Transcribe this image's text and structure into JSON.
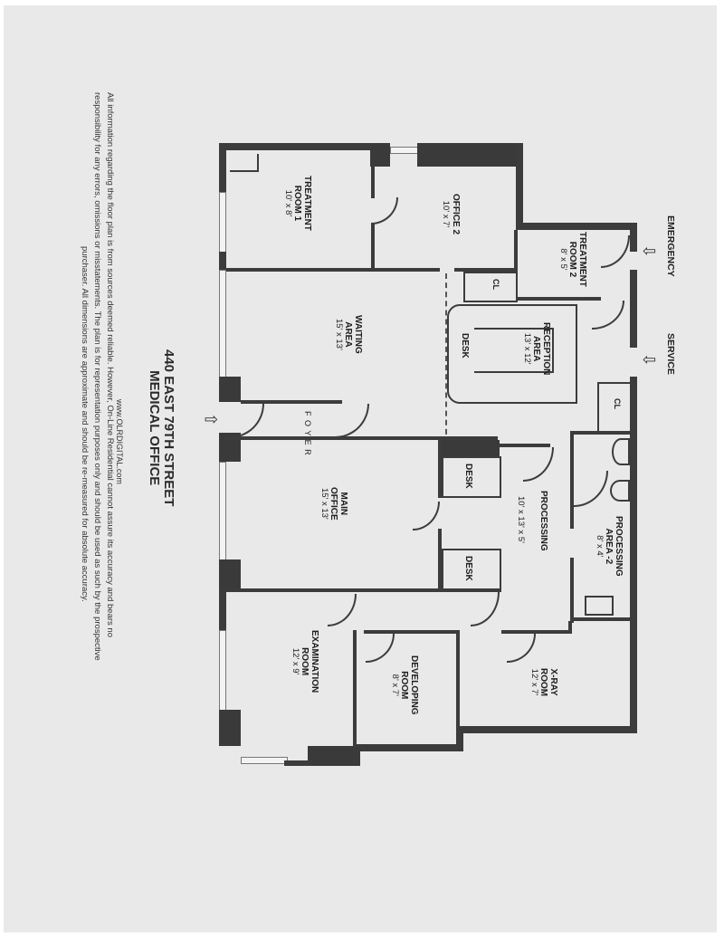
{
  "document": {
    "title_line1": "440 EAST 79TH STREET",
    "title_line2": "MEDICAL OFFICE",
    "website": "www.OLRDIGITAL.com",
    "disclaimer": [
      "All information regarding the floor plan is from sources deemed reliable.  However, On-Line Residential cannot assure its accuracy and bears no",
      "responsibility for any errors, omissions or misstatements.  The plan is for representation purposes only and should be used as such by the prospective",
      "purchaser.  All dimensions are approximate and should be re-measured for absolute accuracy."
    ],
    "orientation": "rotated 90deg clockwise"
  },
  "entrances": {
    "emergency": {
      "label": "EMERGENCY",
      "icon": "arrow-left-icon"
    },
    "service": {
      "label": "SERVICE",
      "icon": "arrow-left-icon"
    },
    "main": {
      "icon": "arrow-right-icon"
    }
  },
  "rooms": {
    "treatment_room_1": {
      "name_line1": "TREATMENT",
      "name_line2": "ROOM 1",
      "dims": "10' x 8'"
    },
    "office_2": {
      "name_line1": "OFFICE 2",
      "dims": "10' x 7'"
    },
    "treatment_room_2": {
      "name_line1": "TREATMENT",
      "name_line2": "ROOM 2",
      "dims": "8' x 5'"
    },
    "waiting_area": {
      "name_line1": "WAITING",
      "name_line2": "AREA",
      "dims": "15' x 13'"
    },
    "reception_area": {
      "name_line1": "RECEPTION",
      "name_line2": "AREA",
      "dims": "13' x 12'"
    },
    "foyer": {
      "name": "F O Y E R"
    },
    "main_office": {
      "name_line1": "MAIN",
      "name_line2": "OFFICE",
      "dims": "15' x 13'"
    },
    "processing": {
      "name_line1": "PROCESSING",
      "dims": "10' x 13' x 5'"
    },
    "processing_area_2": {
      "name_line1": "PROCESSING",
      "name_line2": "AREA -2",
      "dims": "8' x 4'"
    },
    "examination_room": {
      "name_line1": "EXAMINATION",
      "name_line2": "ROOM",
      "dims": "12' x 9'"
    },
    "developing_room": {
      "name_line1": "DEVELOPING",
      "name_line2": "ROOM",
      "dims": "8' x 7'"
    },
    "xray_room": {
      "name_line1": "X-RAY",
      "name_line2": "ROOM",
      "dims": "12' x 7'"
    }
  },
  "fixtures": {
    "desk_reception": "DESK",
    "desk_1": "DESK",
    "desk_2": "DESK",
    "closet_1": "CL",
    "closet_2": "CL"
  },
  "colors": {
    "paper": "#e9e9e9",
    "wall": "#3c3c3c",
    "text": "#1e1e1e"
  }
}
